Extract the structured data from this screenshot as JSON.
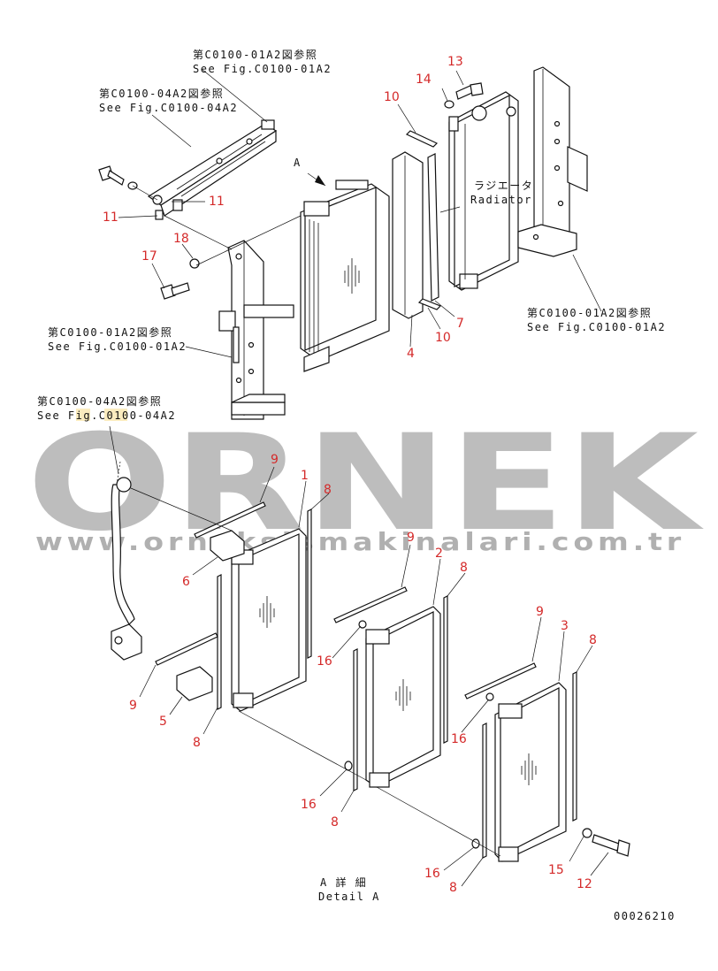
{
  "refs": {
    "fig_a2_jp": "第C0100-01A2図参照",
    "fig_a2_en": "See Fig.C0100-01A2",
    "fig_b2_jp": "第C0100-04A2図参照",
    "fig_b2_en": "See Fig.C0100-04A2"
  },
  "radiator": {
    "jp": "ラジエータ",
    "en": "Radiator"
  },
  "detail": {
    "jp": "A 詳 細",
    "en": "Detail A"
  },
  "view_letter": "A",
  "drawing_number": "00026210",
  "watermark": {
    "brand": "ORNEK",
    "url": "www.orneksismakinalari.com.tr"
  },
  "callouts": {
    "n1": "1",
    "n2": "2",
    "n3": "3",
    "n4": "4",
    "n5": "5",
    "n6": "6",
    "n7": "7",
    "n8": "8",
    "n9": "9",
    "n10": "10",
    "n11": "11",
    "n12": "12",
    "n13": "13",
    "n14": "14",
    "n15": "15",
    "n16": "16",
    "n17": "17",
    "n18": "18"
  },
  "colors": {
    "callout": "#d42a2a",
    "line": "#111111",
    "watermark": "#bdbdbd",
    "highlight": "#f7dc8a"
  }
}
